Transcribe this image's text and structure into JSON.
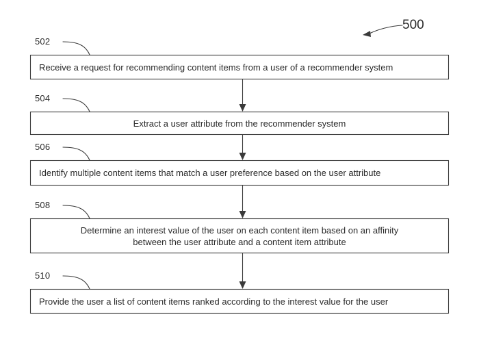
{
  "figure": {
    "number": "500",
    "type": "patent-flowchart",
    "background_color": "#ffffff",
    "stroke_color": "#3a3a3a",
    "text_color": "#2b2b2b"
  },
  "steps": [
    {
      "ref": "502",
      "text": "Receive a request for recommending content items from a user of a recommender system",
      "align": "left"
    },
    {
      "ref": "504",
      "text": "Extract a user attribute from the recommender system",
      "align": "center"
    },
    {
      "ref": "506",
      "text": "Identify multiple content items that match a user preference based on the user attribute",
      "align": "left"
    },
    {
      "ref": "508",
      "text": "Determine an interest value of the user on each content item based on an affinity\nbetween the user attribute and a content item attribute",
      "align": "center"
    },
    {
      "ref": "510",
      "text": "Provide the user a list of content items ranked according to the interest value for the user",
      "align": "left"
    }
  ],
  "connectors": [
    {
      "from": "502",
      "to": "504"
    },
    {
      "from": "504",
      "to": "506"
    },
    {
      "from": "506",
      "to": "508"
    },
    {
      "from": "508",
      "to": "510"
    }
  ]
}
